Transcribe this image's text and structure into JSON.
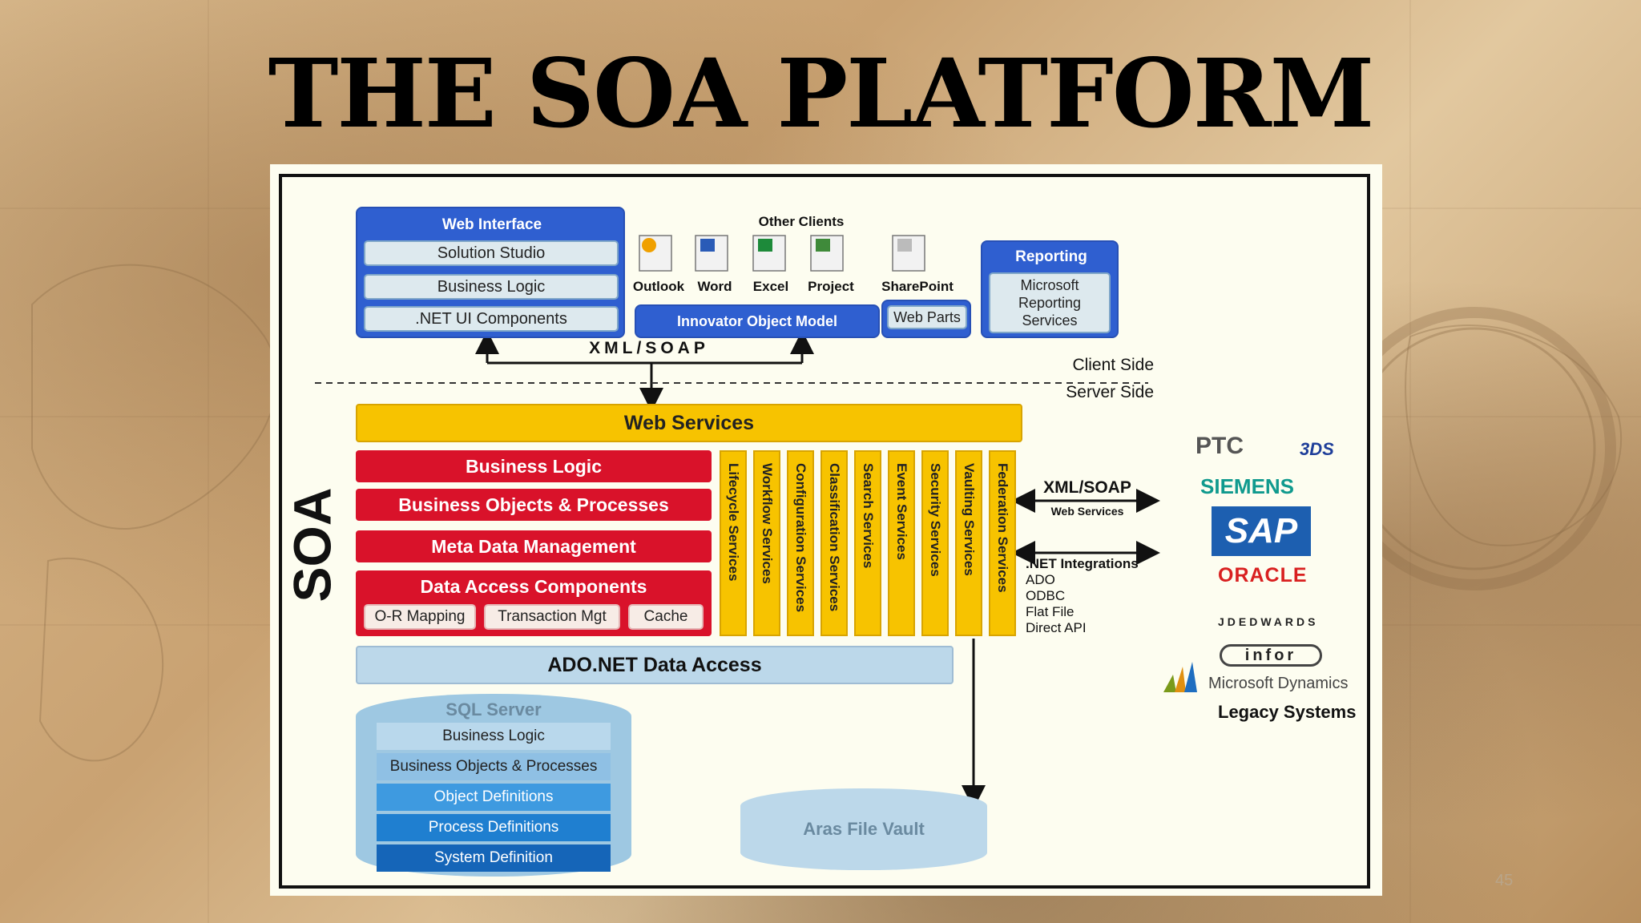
{
  "title": "THE SOA PLATFORM",
  "slide_number": "45",
  "colors": {
    "blue": "#2f5fd0",
    "red": "#d9122a",
    "gold": "#f7c300",
    "lightblue": "#bcd8ea"
  },
  "diagram": {
    "web_interface": {
      "title": "Web Interface",
      "items": [
        "Solution Studio",
        "Business Logic",
        ".NET UI Components"
      ]
    },
    "other_clients": {
      "title": "Other Clients",
      "apps": [
        "Outlook",
        "Word",
        "Excel",
        "Project",
        "SharePoint"
      ],
      "object_model": "Innovator Object Model",
      "web_parts": "Web Parts"
    },
    "reporting": {
      "title": "Reporting",
      "body": "Microsoft Reporting Services"
    },
    "xml_soap_top": "XML/SOAP",
    "client_side": "Client Side",
    "server_side": "Server Side",
    "web_services": "Web Services",
    "soa_label": "SOA",
    "red_layers": [
      "Business Logic",
      "Business Objects & Processes",
      "Meta Data Management",
      "Data Access Components"
    ],
    "dac_items": [
      "O-R Mapping",
      "Transaction Mgt",
      "Cache"
    ],
    "services": [
      "Lifecycle Services",
      "Workflow Services",
      "Configuration Services",
      "Classification Services",
      "Search Services",
      "Event Services",
      "Security Services",
      "Vaulting Services",
      "Federation Services"
    ],
    "xml_soap_right": "XML/SOAP",
    "xml_soap_right_sub": "Web Services",
    "net_integrations": {
      "title": ".NET Integrations",
      "items": [
        "ADO",
        "ODBC",
        "Flat File",
        "Direct API"
      ]
    },
    "ado_net": "ADO.NET Data Access",
    "sql_server": {
      "title": "SQL Server",
      "layers": [
        "Business Logic",
        "Business Objects & Processes",
        "Object Definitions",
        "Process Definitions",
        "System Definition"
      ]
    },
    "file_vault": "Aras File Vault",
    "legacy": {
      "logos": [
        "PTC",
        "SIEMENS",
        "SAP",
        "ORACLE",
        "JDEDWARDS",
        "infor",
        "Microsoft Dynamics"
      ],
      "label": "Legacy Systems"
    }
  }
}
